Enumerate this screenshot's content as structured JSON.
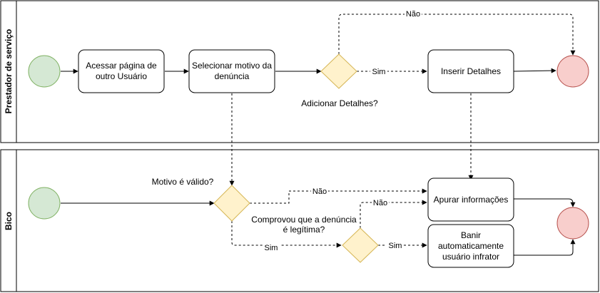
{
  "lanes": [
    {
      "title": "Prestador de serviço"
    },
    {
      "title": "Bico"
    }
  ],
  "nodes": {
    "acessar": {
      "text": "Acessar página de outro Usuário"
    },
    "selecionar": {
      "text": "Selecionar motivo da denúncia"
    },
    "inserir": {
      "text": "Inserir Detalhes"
    },
    "apurar": {
      "text": "Apurar informações"
    },
    "banir": {
      "text": "Banir automaticamente usuário infrator"
    }
  },
  "gateways": {
    "adicionar": {
      "label": "Adicionar Detalhes?"
    },
    "motivo": {
      "label": "Motivo é válido?"
    },
    "comprovou": {
      "label_line1": "Comprovou que a denúncia",
      "label_line2": "é legítima?"
    }
  },
  "edge_labels": {
    "adicionar_nao": "Não",
    "adicionar_sim": "Sim",
    "motivo_nao": "Não",
    "motivo_sim": "Sim",
    "comprovou_nao": "Não",
    "comprovou_sim": "Sim"
  },
  "colors": {
    "start_fill": "#d5e8d4",
    "start_stroke": "#82b366",
    "end_fill": "#f8cecc",
    "end_stroke": "#b85450",
    "gateway_fill": "#fff2cc",
    "gateway_stroke": "#d6b656"
  }
}
